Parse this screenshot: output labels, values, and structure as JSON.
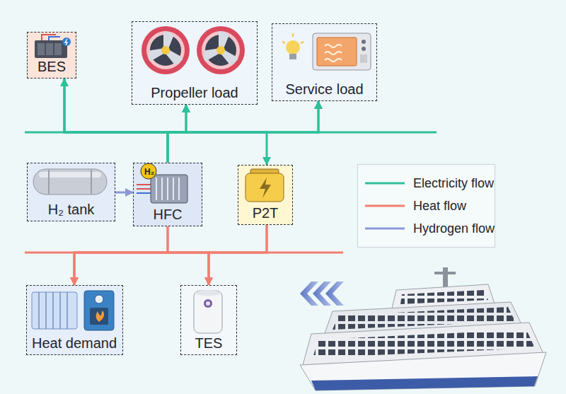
{
  "diagram": {
    "nodes": [
      {
        "text": [
          "BES"
        ]
      },
      {
        "text": [
          "Propeller load"
        ]
      },
      {
        "text": [
          "Service load"
        ]
      },
      {
        "text": [
          "H₂ tank"
        ]
      },
      {
        "text": [
          "HFC"
        ]
      },
      {
        "text": [
          "P2T"
        ]
      },
      {
        "text": [
          "Heat demand"
        ]
      },
      {
        "text": [
          "TES"
        ]
      }
    ],
    "edges": [
      {
        "from": 3,
        "to": 4,
        "arrow": "to"
      },
      {
        "from": 4,
        "to": 1,
        "arrow": "to"
      },
      {
        "from": 4,
        "to": 2,
        "arrow": "to"
      },
      {
        "from": 4,
        "to": 5,
        "arrow": "to"
      },
      {
        "from": 4,
        "to": 0,
        "arrow": "to"
      },
      {
        "from": 0,
        "to": 1,
        "arrow": "to"
      },
      {
        "from": 0,
        "to": 2,
        "arrow": "to"
      },
      {
        "from": 4,
        "to": 6,
        "arrow": "to"
      },
      {
        "from": 4,
        "to": 7,
        "arrow": "to"
      },
      {
        "from": 5,
        "to": 6,
        "arrow": "to"
      },
      {
        "from": 5,
        "to": 7,
        "arrow": "to"
      },
      {
        "from": 7,
        "to": 6,
        "arrow": "to"
      }
    ],
    "labels": [
      "H₂"
    ],
    "legend": [
      {
        "text": "Electricity flow"
      },
      {
        "text": "Heat flow"
      },
      {
        "text": "Hydrogen flow"
      }
    ]
  }
}
